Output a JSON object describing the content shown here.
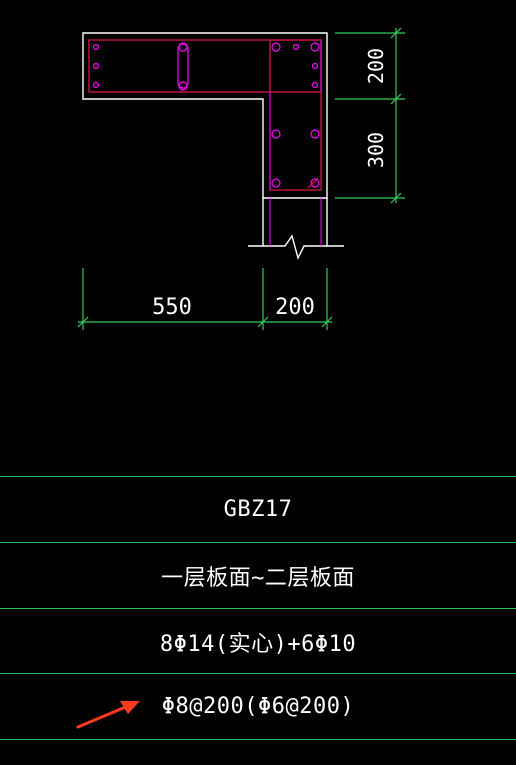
{
  "dimensions": {
    "top_right_h1": "200",
    "top_right_h2": "300",
    "bottom_w1": "550",
    "bottom_w2": "200"
  },
  "table": {
    "rows": [
      "GBZ17",
      "一层板面~二层板面",
      "8Φ14(实心)+6Φ10",
      "Φ8@200(Φ6@200)"
    ]
  },
  "colors": {
    "background": "#000000",
    "outline": "#ffffff",
    "rebar": "#e6194b",
    "stirrup": "#ff00ff",
    "dimension": "#33cc55",
    "arrow": "#ff3b1f"
  }
}
